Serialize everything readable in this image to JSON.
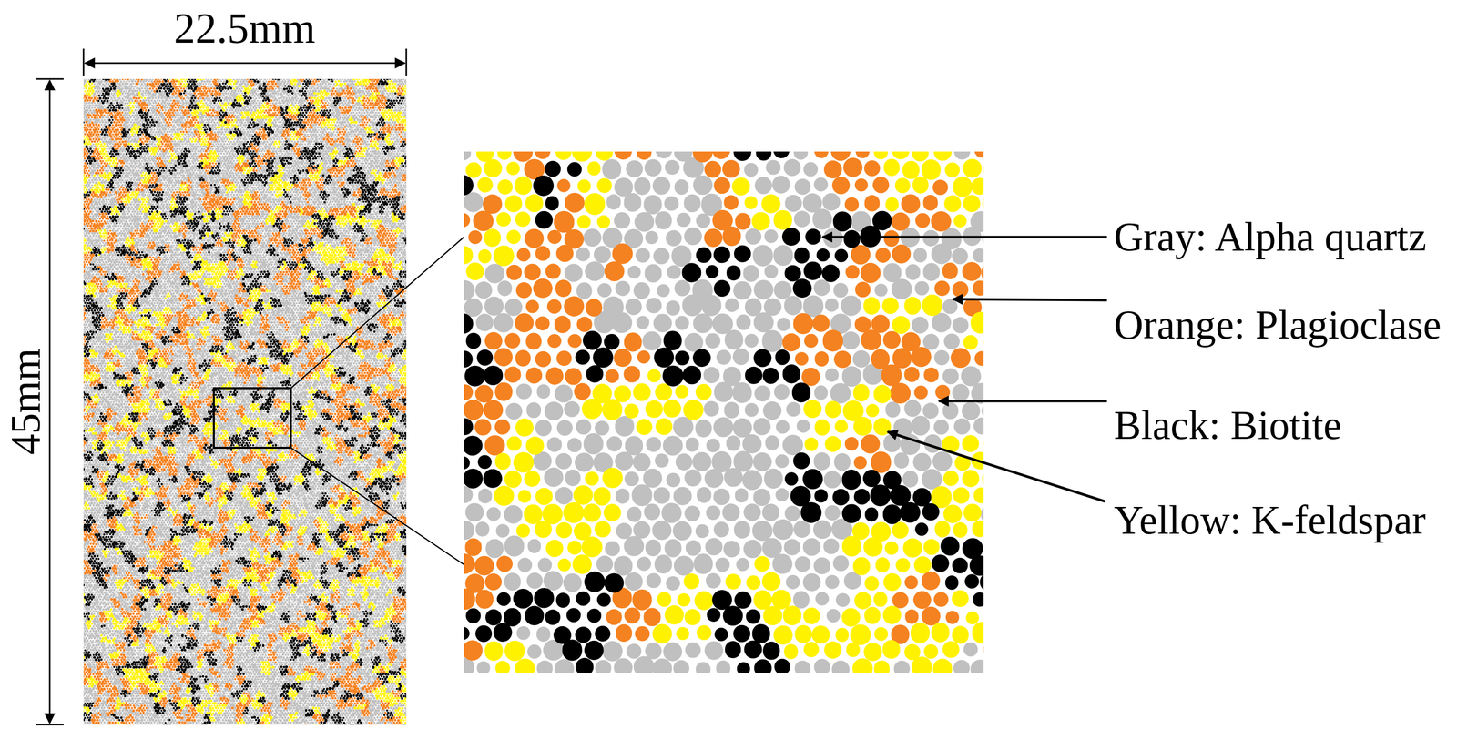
{
  "diagram": {
    "labels": [
      "22.5mm",
      "45mm",
      "Gray: Alpha quartz",
      "Orange: Plagioclase",
      "Black: Biotite",
      "Yellow: K-feldspar"
    ]
  }
}
